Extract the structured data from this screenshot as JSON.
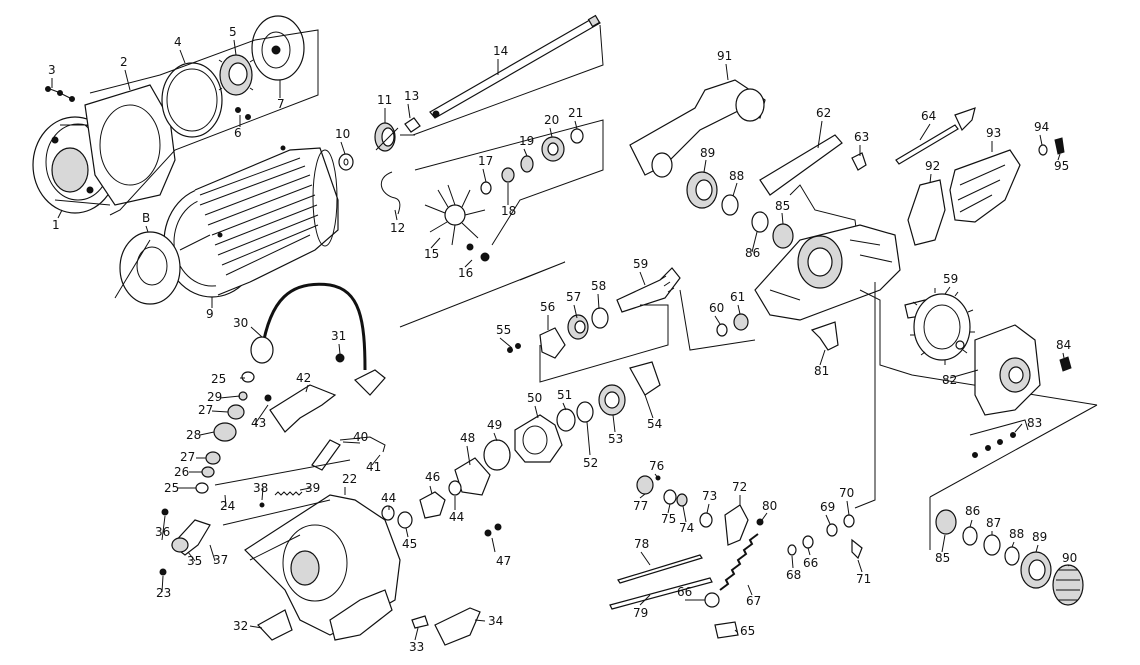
{
  "labels": {
    "l1": "1",
    "l2": "2",
    "l3": "3",
    "l4": "4",
    "l5": "5",
    "l6": "6",
    "l7": "7",
    "lB": "B",
    "l9": "9",
    "l10": "10",
    "l11": "11",
    "l12": "12",
    "l13": "13",
    "l14": "14",
    "l15": "15",
    "l16": "16",
    "l17": "17",
    "l18": "18",
    "l19": "19",
    "l20": "20",
    "l21": "21",
    "l22": "22",
    "l23": "23",
    "l24": "24",
    "l25a": "25",
    "l25b": "25",
    "l26": "26",
    "l27a": "27",
    "l27b": "27",
    "l28": "28",
    "l29": "29",
    "l30": "30",
    "l31": "31",
    "l32": "32",
    "l33": "33",
    "l34": "34",
    "l35": "35",
    "l36": "36",
    "l37": "37",
    "l38": "38",
    "l39": "39",
    "l40": "40",
    "l41": "41",
    "l42": "42",
    "l43": "43",
    "l44a": "44",
    "l44b": "44",
    "l45": "45",
    "l46": "46",
    "l47": "47",
    "l48": "48",
    "l49": "49",
    "l50": "50",
    "l51": "51",
    "l52": "52",
    "l53": "53",
    "l54": "54",
    "l55": "55",
    "l56": "56",
    "l57": "57",
    "l58": "58",
    "l59a": "59",
    "l59b": "59",
    "l60": "60",
    "l61": "61",
    "l62": "62",
    "l63": "63",
    "l64": "64",
    "l65": "65",
    "l66a": "66",
    "l66b": "66",
    "l67": "67",
    "l68": "68",
    "l69": "69",
    "l70": "70",
    "l71": "71",
    "l72": "72",
    "l73": "73",
    "l74": "74",
    "l75": "75",
    "l76": "76",
    "l77": "77",
    "l78": "78",
    "l79": "79",
    "l80": "80",
    "l81": "81",
    "l82": "82",
    "l83": "83",
    "l84": "84",
    "l85a": "85",
    "l85b": "85",
    "l86a": "86",
    "l86b": "86",
    "l87": "87",
    "l88a": "88",
    "l88b": "88",
    "l89a": "89",
    "l89b": "89",
    "l90": "90",
    "l91": "91",
    "l92": "92",
    "l93": "93",
    "l94": "94",
    "l95": "95"
  }
}
